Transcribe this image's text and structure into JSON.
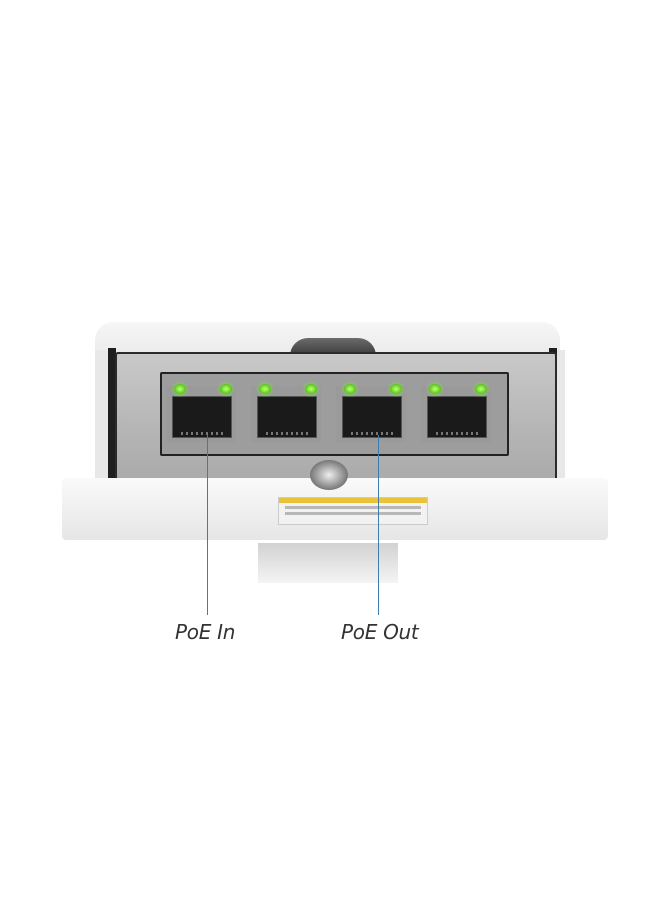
{
  "image": {
    "subject": "outdoor network switch enclosure with four RJ45 ethernet ports",
    "background_color": "#ffffff",
    "led_color": "#5fd21c",
    "callout_line_color": "#3d7cae",
    "port_count": 4
  },
  "callouts": [
    {
      "label": "PoE In",
      "port_index": 1
    },
    {
      "label": "PoE Out",
      "port_index": 3
    }
  ]
}
